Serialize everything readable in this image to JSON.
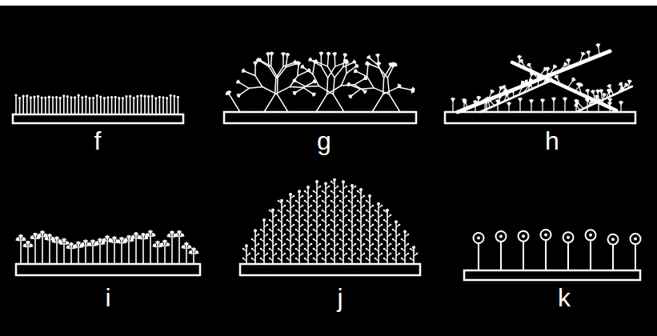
{
  "diagram": {
    "labels": [
      "f",
      "g",
      "h",
      "i",
      "j",
      "k"
    ]
  }
}
